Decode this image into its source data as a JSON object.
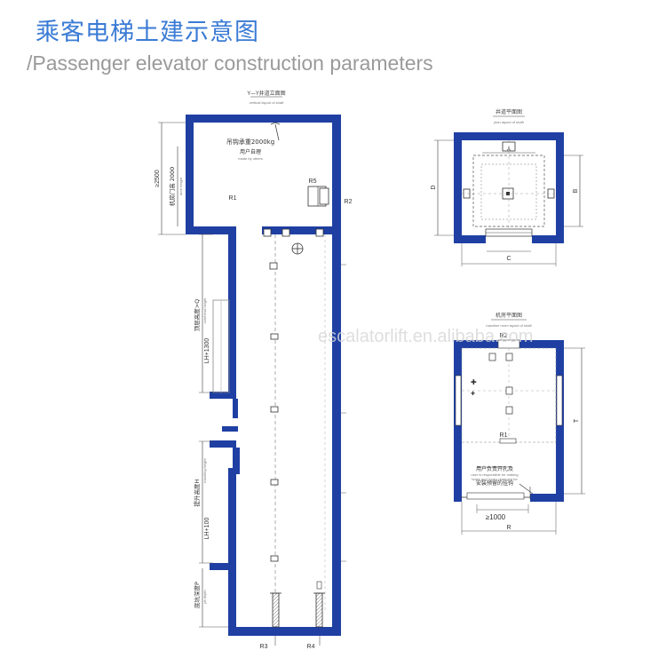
{
  "header": {
    "title_cn": "乘客电梯土建示意图",
    "title_en": "/Passenger elevator construction parameters"
  },
  "section_view": {
    "caption": "Y—Y井道立面图",
    "load_note": "吊钩承重2000kg",
    "owner_note": "用户自理",
    "height_note": "≥2500",
    "door_height_note": "机房门高 2000",
    "overhead_note": "顶层高度>Q",
    "overhead_formula": "LH+1300",
    "travel_note": "提升高度H",
    "travel_formula": "LH+100",
    "pit_note": "底坑深度P",
    "labels": {
      "r1": "R1",
      "r2": "R2",
      "r3": "R3",
      "r4": "R4",
      "r5": "R5"
    }
  },
  "shaft_plan": {
    "caption": "井道平面图",
    "dims": {
      "a": "A",
      "b": "B",
      "c": "C",
      "d": "D"
    }
  },
  "machine_room_plan": {
    "caption": "机房平面图",
    "labels": {
      "r1": "R1",
      "r2": "R2",
      "r": "R",
      "t": "T"
    },
    "door_width": "≥1000",
    "note_line1": "用户负责开孔及",
    "note_line2": "安装预留的挂钩"
  },
  "watermark": "escalatorlift.en.alibaba.com",
  "colors": {
    "wall": "#1f3fa3",
    "line": "#666666",
    "title": "#3a7bd5",
    "subtitle": "#9a9a9a"
  }
}
